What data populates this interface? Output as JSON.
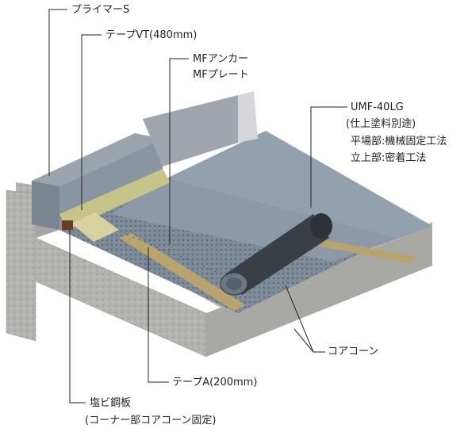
{
  "labels": {
    "primer": "プライマーS",
    "tape_vt": "テープVT(480mm)",
    "anchor_line1": "MFアンカー",
    "anchor_line2": "MFプレート",
    "sheet_line1": "UMF-40LG",
    "sheet_line2": "(仕上塗料別途)",
    "sheet_line3": "平場部:機械固定工法",
    "sheet_line4": "立上部:密着工法",
    "core_cone": "コアコーン",
    "tape_a": "テープA(200mm)",
    "pvc_line1": "塩ビ鋼板",
    "pvc_line2": "(コーナー部コアコーン固定)"
  },
  "colors": {
    "concrete": "#b9b9b6",
    "membrane": "#8a96a4",
    "tape": "#b8a46c",
    "tape_vt": "#c7c489",
    "leader": "#222222"
  }
}
